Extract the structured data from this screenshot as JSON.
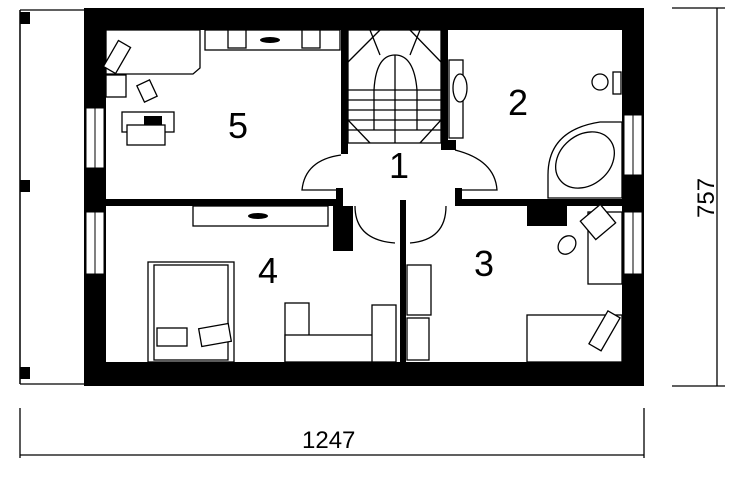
{
  "plan": {
    "rooms": [
      {
        "number": "1"
      },
      {
        "number": "2"
      },
      {
        "number": "3"
      },
      {
        "number": "4"
      },
      {
        "number": "5"
      }
    ],
    "dimensions": {
      "width": "1247",
      "height": "757"
    },
    "colors": {
      "wall": "#000000",
      "background": "#ffffff"
    }
  }
}
